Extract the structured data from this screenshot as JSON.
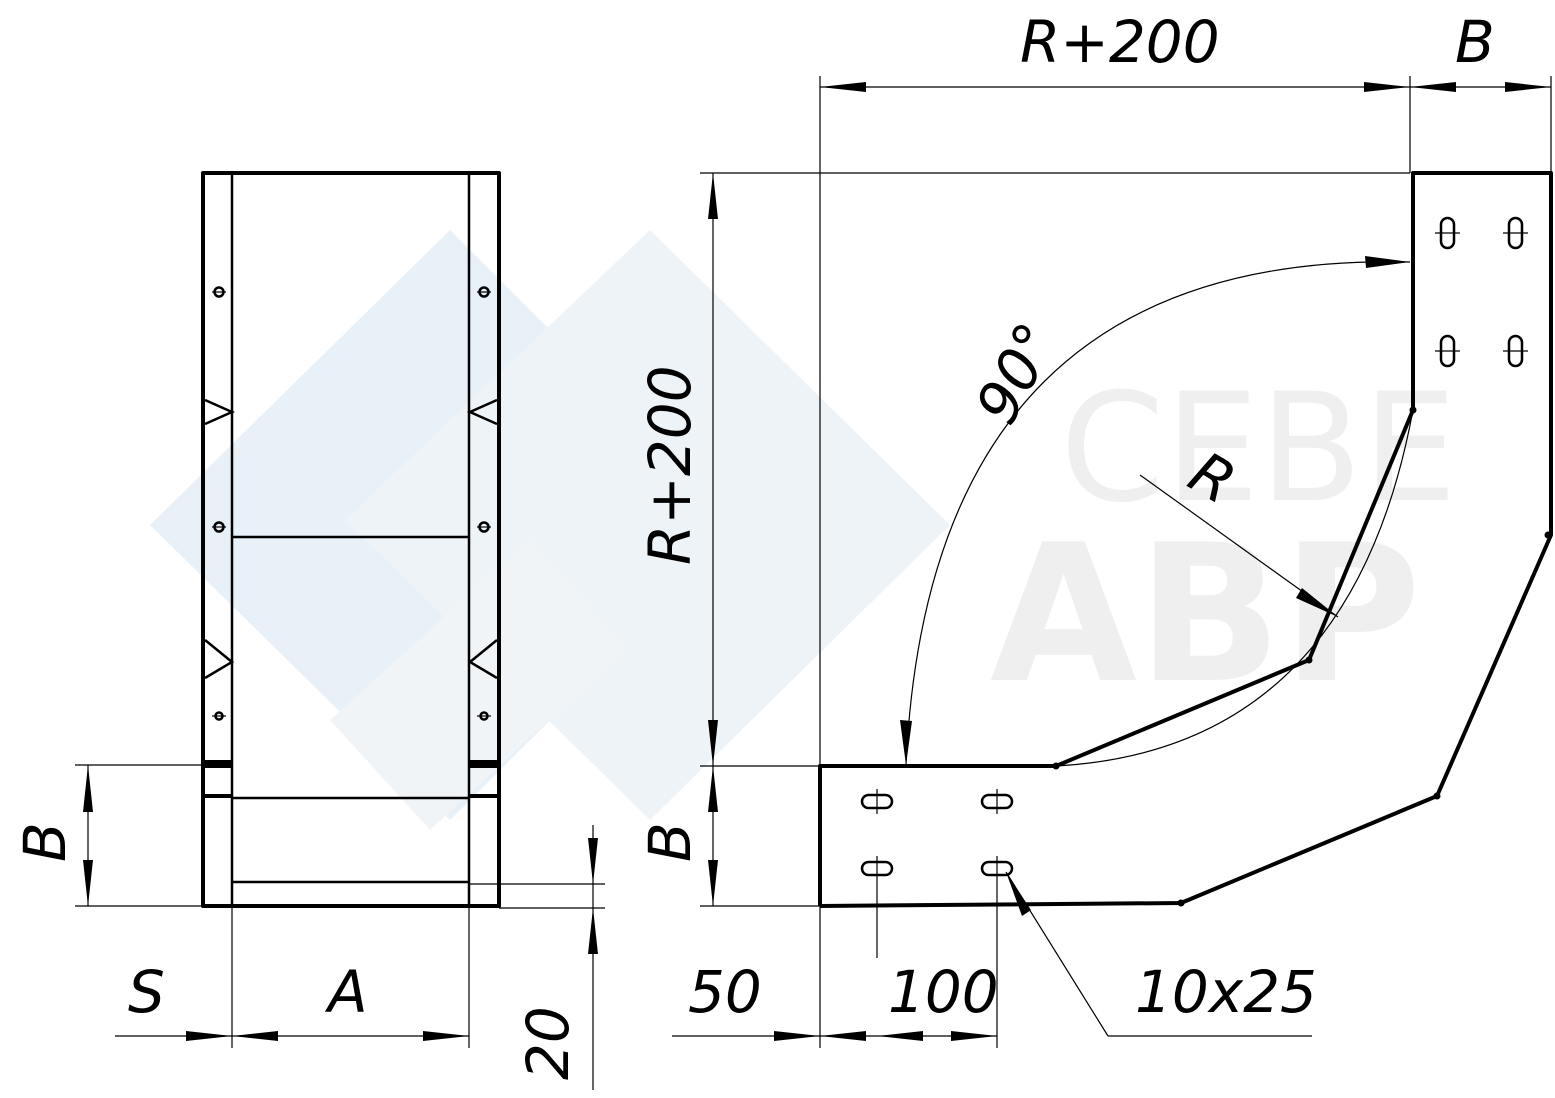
{
  "watermark": {
    "line1": "СЕВЕ",
    "line2": "АВР"
  },
  "left_view": {
    "dim_b": "B",
    "dim_s": "S",
    "dim_a": "A",
    "dim_20": "20"
  },
  "right_view": {
    "dim_r200_top": "R+200",
    "dim_b_top": "B",
    "dim_r200_side": "R+200",
    "dim_b_side": "B",
    "dim_angle": "90°",
    "dim_radius": "R",
    "dim_50": "50",
    "dim_100": "100",
    "dim_slot": "10x25"
  }
}
